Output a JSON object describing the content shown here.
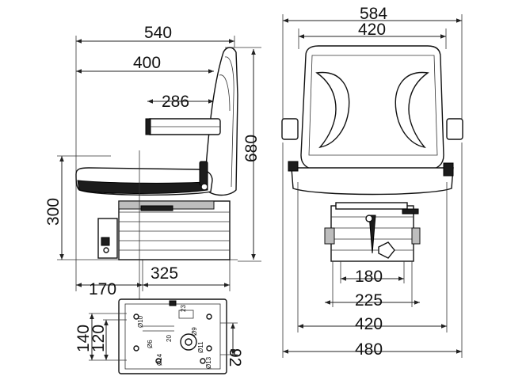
{
  "dimensions": {
    "side": {
      "overall_depth": "540",
      "backrest_to_front": "400",
      "armrest": "286",
      "height_total": "680",
      "seat_height": "300",
      "front_offset": "170",
      "base_length": "325"
    },
    "front": {
      "overall_width": "584",
      "backrest_width": "420",
      "mount_180": "180",
      "mount_225": "225",
      "mount_420": "420",
      "base_width": "480"
    },
    "base_plate": {
      "left_140": "140",
      "left_120": "120",
      "right_92": "92",
      "label_23": "23",
      "label_20": "20",
      "hole_10": "Ø10",
      "hole_9": "Ø9",
      "hole_6": "Ø6",
      "hole_11": "Ø11",
      "hole_14": "Ø14",
      "hole_13": "Ø13"
    }
  }
}
